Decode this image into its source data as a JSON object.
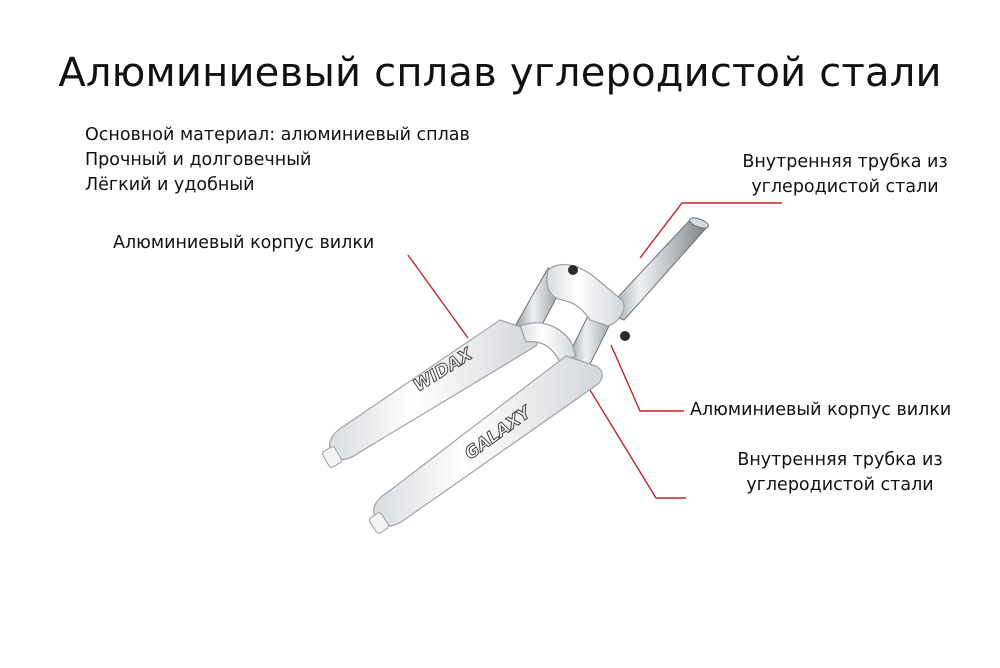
{
  "title": "Алюминиевый сплав углеродистой стали",
  "features": [
    "Основной материал: алюминиевый сплав",
    "Прочный и долговечный",
    "Лёгкий и удобный"
  ],
  "callouts": {
    "top_left": "Алюминиевый корпус вилки",
    "top_right": [
      "Внутренняя трубка из",
      "углеродистой стали"
    ],
    "middle_right": "Алюминиевый корпус вилки",
    "bottom_right": [
      "Внутренняя трубка из",
      "углеродистой стали"
    ]
  },
  "fork_brand_left": "WIDAX",
  "fork_brand_right": "GALAXY",
  "colors": {
    "leader_line": "#c0262b",
    "fork_body": "#f7f8fa",
    "stanchion": "#b9bcc0"
  }
}
